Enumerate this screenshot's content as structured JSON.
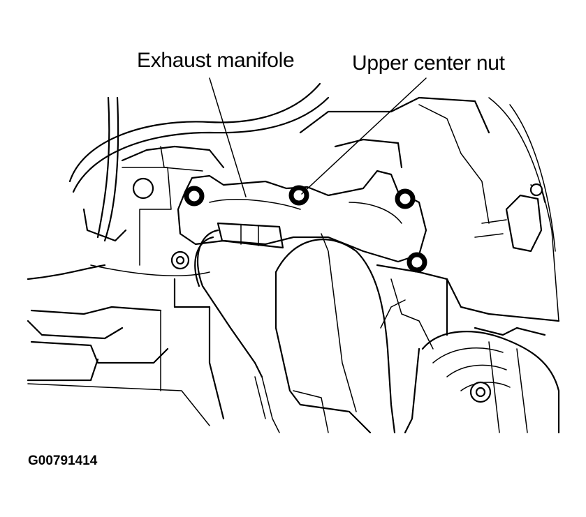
{
  "callouts": {
    "exhaust_manifold": "Exhaust manifole",
    "upper_center_nut": "Upper center nut"
  },
  "figure_id": "G00791414",
  "colors": {
    "ink": "#000000",
    "paper": "#ffffff"
  }
}
